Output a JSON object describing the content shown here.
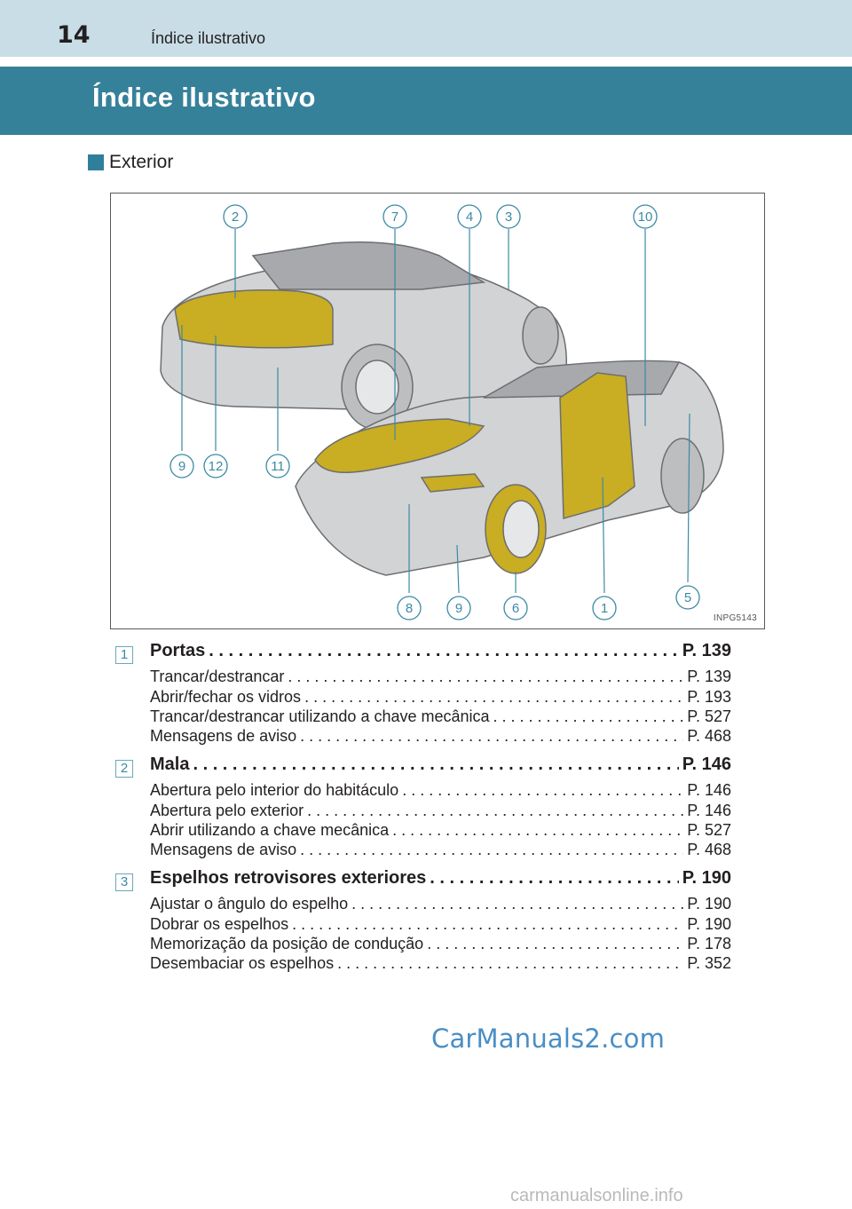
{
  "header": {
    "page_number": "14",
    "running_title": "Índice ilustrativo"
  },
  "title": "Índice ilustrativo",
  "section": {
    "label": "Exterior"
  },
  "illustration": {
    "image_code": "INPG5143",
    "callouts_top": [
      "2",
      "7",
      "4",
      "3",
      "10"
    ],
    "callouts_left": [
      "9",
      "12",
      "11"
    ],
    "callouts_bottom": [
      "8",
      "9",
      "6",
      "1",
      "5"
    ],
    "highlight_color": "#c9ad22"
  },
  "entries": [
    {
      "number": "1",
      "title": "Portas",
      "ref": "P. 139",
      "items": [
        {
          "text": "Trancar/destrancar",
          "ref": "P. 139"
        },
        {
          "text": "Abrir/fechar os vidros",
          "ref": "P. 193"
        },
        {
          "text": "Trancar/destrancar utilizando a chave mecânica",
          "ref": "P. 527"
        },
        {
          "text": "Mensagens de aviso",
          "ref": "P. 468"
        }
      ]
    },
    {
      "number": "2",
      "title": "Mala",
      "ref": "P. 146",
      "items": [
        {
          "text": "Abertura pelo interior do habitáculo",
          "ref": "P. 146"
        },
        {
          "text": "Abertura pelo exterior",
          "ref": "P. 146"
        },
        {
          "text": "Abrir utilizando a chave mecânica",
          "ref": "P. 527"
        },
        {
          "text": "Mensagens de aviso",
          "ref": "P. 468"
        }
      ]
    },
    {
      "number": "3",
      "title": "Espelhos retrovisores exteriores",
      "ref": "P. 190",
      "items": [
        {
          "text": "Ajustar o ângulo do espelho",
          "ref": "P. 190"
        },
        {
          "text": "Dobrar os espelhos",
          "ref": "P. 190"
        },
        {
          "text": "Memorização da posição de condução",
          "ref": "P. 178"
        },
        {
          "text": "Desembaciar os espelhos",
          "ref": "P. 352"
        }
      ]
    }
  ],
  "watermarks": {
    "center": "CarManuals2.com",
    "footer": "carmanualsonline.info"
  }
}
